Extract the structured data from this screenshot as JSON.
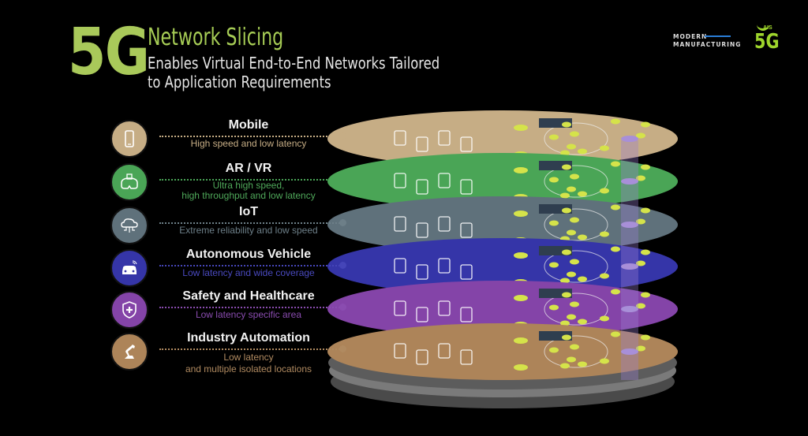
{
  "header": {
    "big_label": "5G",
    "title": "Network Slicing",
    "subtitle_line1": "Enables Virtual End-to-End Networks Tailored",
    "subtitle_line2": "to Application Requirements"
  },
  "brand": {
    "modern_line1": "MODERN",
    "modern_line2": "MANUFACTURING",
    "ais_label": "AIS",
    "ais_5g": "5G"
  },
  "colors": {
    "accent_green": "#a6cc55",
    "mobile": "#c6ad85",
    "arvr": "#4aa556",
    "iot": "#5f717b",
    "vehicle": "#3535a8",
    "safety": "#8444a8",
    "industry": "#ad8459"
  },
  "slices": [
    {
      "name": "Mobile",
      "desc1": "High speed and low latency",
      "desc2": "",
      "icon": "smartphone-icon",
      "color": "#c6ad85",
      "desc_color": "#c6ad85"
    },
    {
      "name": "AR / VR",
      "desc1": "Ultra high speed,",
      "desc2": "high throughput and low latency",
      "icon": "vr-headset-icon",
      "color": "#4aa556",
      "desc_color": "#4fa85a"
    },
    {
      "name": "IoT",
      "desc1": "Extreme reliability and low speed",
      "desc2": "",
      "icon": "cloud-network-icon",
      "color": "#5f717b",
      "desc_color": "#6d7f88"
    },
    {
      "name": "Autonomous Vehicle",
      "desc1": "Low latency and wide coverage",
      "desc2": "",
      "icon": "connected-car-icon",
      "color": "#3535a8",
      "desc_color": "#4545b8"
    },
    {
      "name": "Safety and Healthcare",
      "desc1": "Low latency specific area",
      "desc2": "",
      "icon": "medical-shield-icon",
      "color": "#8444a8",
      "desc_color": "#8a4cb0"
    },
    {
      "name": "Industry Automation",
      "desc1": "Low latency",
      "desc2": "and multiple isolated locations",
      "icon": "robot-arm-icon",
      "color": "#ad8459",
      "desc_color": "#b08a60"
    }
  ]
}
